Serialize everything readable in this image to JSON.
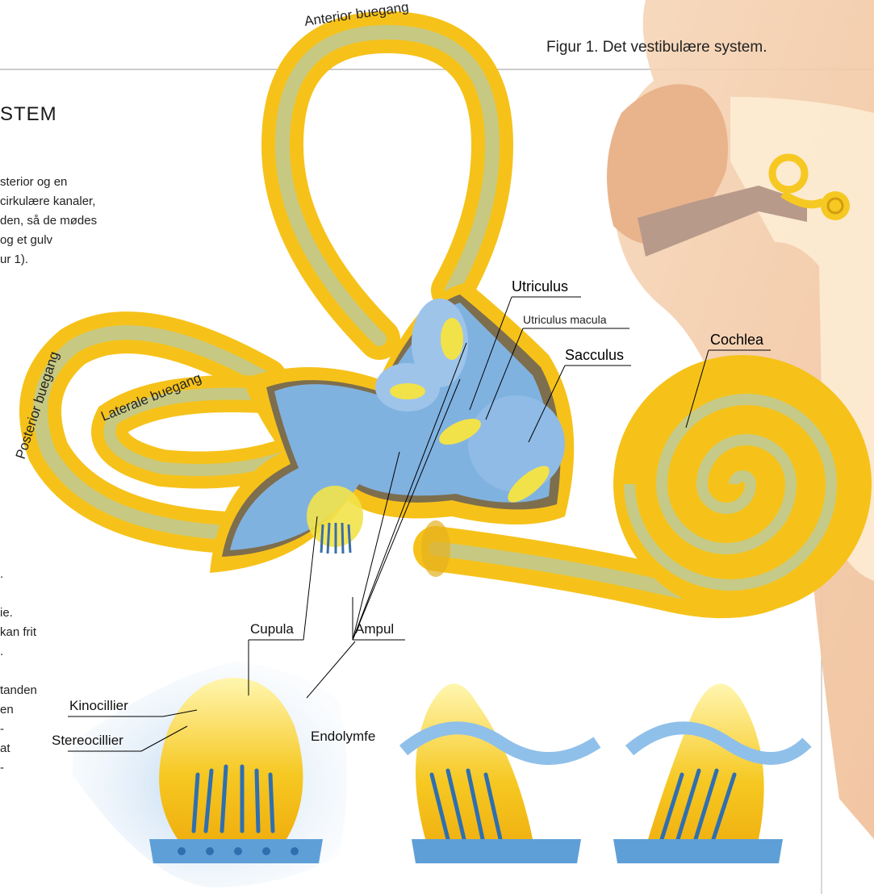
{
  "caption": "Figur 1. Det vestibulære system.",
  "heading_fragment": "STEM",
  "body_text_lines": [
    "sterior og en",
    "cirkulære kanaler,",
    "den, så de mødes",
    "og et gulv",
    "ur 1).",
    ".",
    "ie.",
    "kan frit",
    ".",
    "tanden",
    "en",
    "-",
    "at",
    "-"
  ],
  "labels": {
    "anterior": "Anterior buegang",
    "posterior": "Posterior buegang",
    "lateral": "Laterale buegang",
    "utriculus": "Utriculus",
    "utriculus_macula": "Utriculus macula",
    "sacculus": "Sacculus",
    "cochlea": "Cochlea",
    "cupula": "Cupula",
    "ampul": "Ampul",
    "endolymfe": "Endolymfe",
    "kinocillier": "Kinocillier",
    "stereocillier": "Stereocillier"
  },
  "colors": {
    "canal_yellow": "#f7c21a",
    "canal_core": "#b8c99a",
    "vestibule_blue": "#7fb3e0",
    "macula_yellow": "#f3e24a",
    "skin": "#f2c8a4",
    "hair_cell_blue": "#2f6fb0"
  }
}
